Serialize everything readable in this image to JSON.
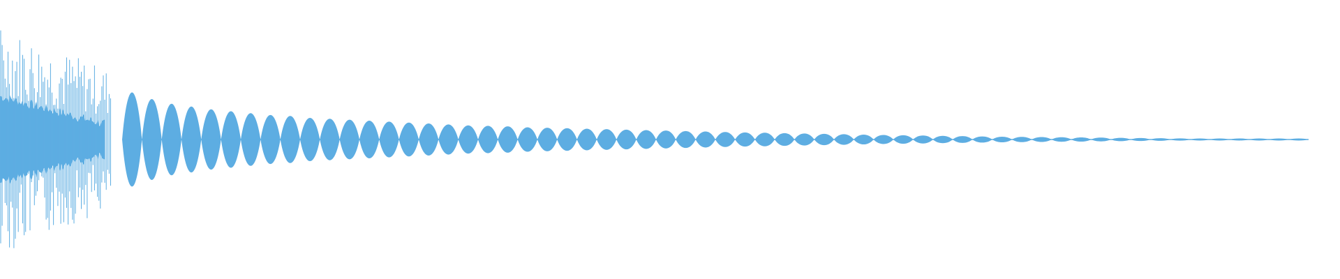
{
  "waveform": {
    "color": "#5DADE2",
    "background": "#FFFFFF",
    "description": "audio-waveform-decaying-tone",
    "lobe_envelope_fractions": [
      0.5,
      0.43,
      0.38,
      0.35,
      0.32,
      0.3,
      0.28,
      0.26,
      0.25,
      0.23,
      0.22,
      0.21,
      0.2,
      0.19,
      0.18,
      0.17,
      0.16,
      0.15,
      0.145,
      0.14,
      0.13,
      0.125,
      0.12,
      0.115,
      0.11,
      0.105,
      0.1,
      0.095,
      0.09,
      0.085,
      0.08,
      0.075,
      0.072,
      0.068,
      0.064,
      0.06,
      0.056,
      0.052,
      0.048,
      0.045,
      0.042,
      0.039,
      0.036,
      0.033,
      0.03,
      0.028,
      0.026,
      0.024,
      0.022,
      0.02,
      0.018,
      0.016,
      0.014,
      0.012,
      0.01,
      0.009,
      0.008,
      0.007,
      0.006,
      0.005
    ]
  }
}
